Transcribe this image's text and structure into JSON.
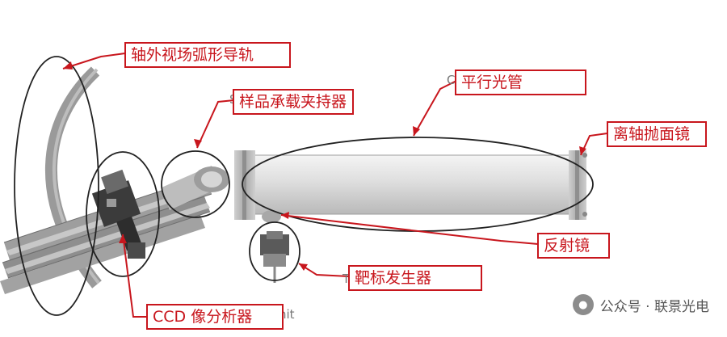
{
  "labels": {
    "guide_rail": "轴外视场弧形导轨",
    "sample_holder": "样品承载夹持器",
    "collimator": "平行光管",
    "off_axis_mirror": "离轴抛面镜",
    "reflector": "反射镜",
    "target_generator": "靶标发生器",
    "ccd_analyzer": "CCD 像分析器"
  },
  "stray_text": {
    "nit": "nit",
    "c": "C",
    "s": "S",
    "t": "T"
  },
  "watermark": {
    "text": "公众号 · 联景光电"
  },
  "colors": {
    "callout": "#c8161d",
    "ellipse": "#222222"
  }
}
